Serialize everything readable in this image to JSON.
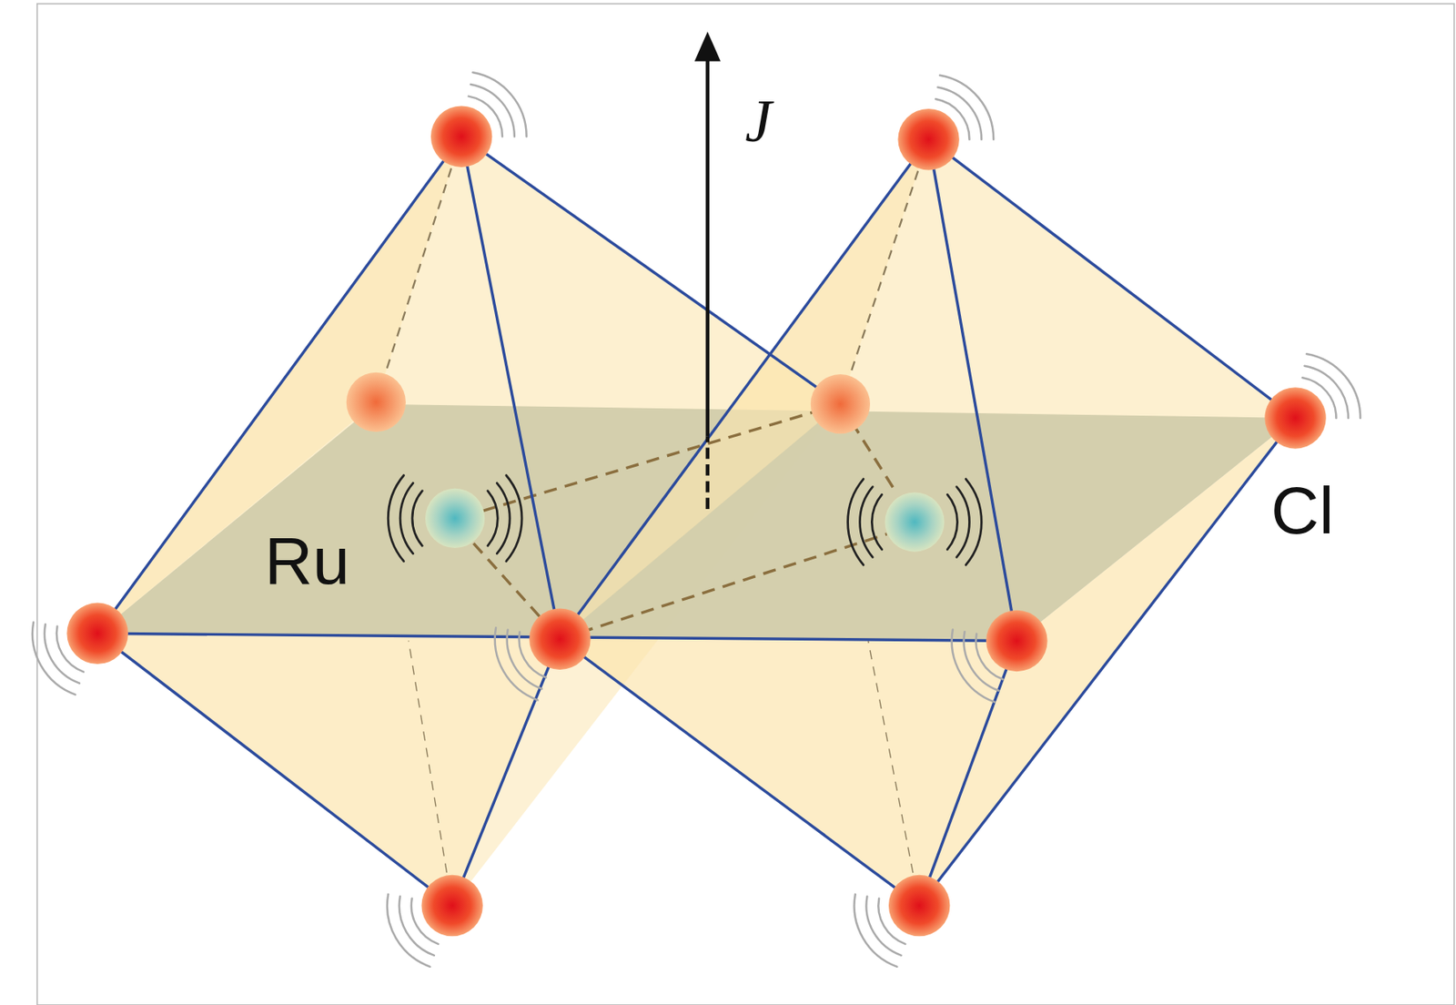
{
  "diagram": {
    "labels": [
      "J⃗",
      "Ru",
      "Cl"
    ]
  }
}
